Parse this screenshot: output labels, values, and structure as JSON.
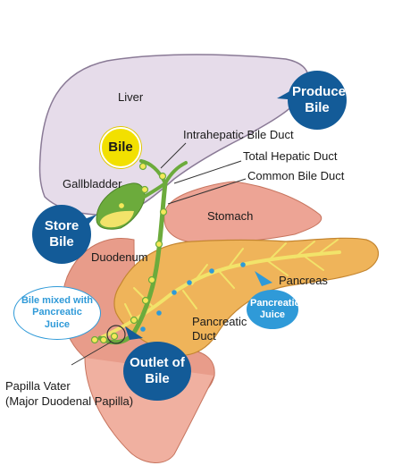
{
  "labels": {
    "liver": "Liver",
    "intrahepatic_bile_duct": "Intrahepatic Bile Duct",
    "total_hepatic_duct": "Total Hepatic Duct",
    "common_bile_duct": "Common Bile Duct",
    "gallbladder": "Gallbladder",
    "stomach": "Stomach",
    "duodenum": "Duodenum",
    "pancreas": "Pancreas",
    "pancreatic_duct": "Pancreatic Duct",
    "papilla_vater_line1": "Papilla Vater",
    "papilla_vater_line2": "(Major Duodenal Papilla)"
  },
  "bubbles": {
    "produce_bile": "Produce Bile",
    "bile": "Bile",
    "store_bile": "Store Bile",
    "bile_mixed": "Bile mixed with Pancreatic Juice",
    "pancreatic_juice": "Pancreatic Juice",
    "outlet_of_bile": "Outlet of Bile"
  },
  "colors": {
    "liver_fill": "#e6dcea",
    "liver_stroke": "#8a7a96",
    "stomach_fill": "#eda495",
    "duodenum_fill": "#e89c8a",
    "pancreas_fill": "#efb45a",
    "gallbladder_fill": "#6cab3c",
    "bile_duct": "#6cab3c",
    "pancreatic_duct": "#f2e36a",
    "navy_bubble": "#135b98",
    "yellow_bubble": "#f2e000",
    "sky_bubble": "#2f9ad8",
    "mixed_bubble_border": "#2f9ad8"
  }
}
